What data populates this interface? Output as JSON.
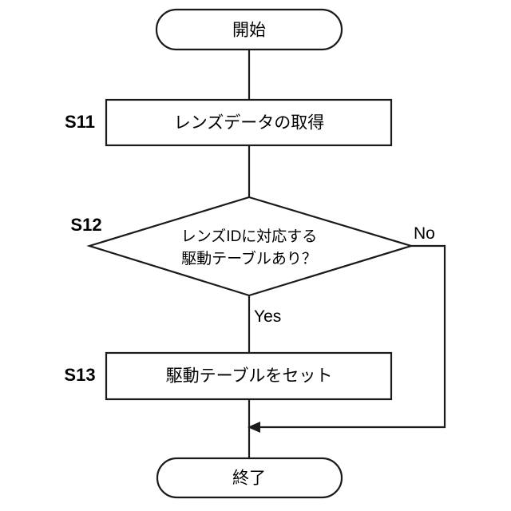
{
  "diagram": {
    "type": "flowchart",
    "orientation": "vertical",
    "background_color": "#ffffff",
    "line_color": "#1a1a1a",
    "text_color": "#000000",
    "nodes": [
      {
        "id": "start",
        "shape": "terminator",
        "label": "開始"
      },
      {
        "id": "s11",
        "shape": "process",
        "step": "S11",
        "label": "レンズデータの取得"
      },
      {
        "id": "s12",
        "shape": "decision",
        "step": "S12",
        "label_line1": "レンズIDに対応する",
        "label_line2": "駆動テーブルあり？"
      },
      {
        "id": "s13",
        "shape": "process",
        "step": "S13",
        "label": "駆動テーブルをセット"
      },
      {
        "id": "end",
        "shape": "terminator",
        "label": "終了"
      }
    ],
    "branch_labels": {
      "yes": "Yes",
      "no": "No"
    }
  }
}
